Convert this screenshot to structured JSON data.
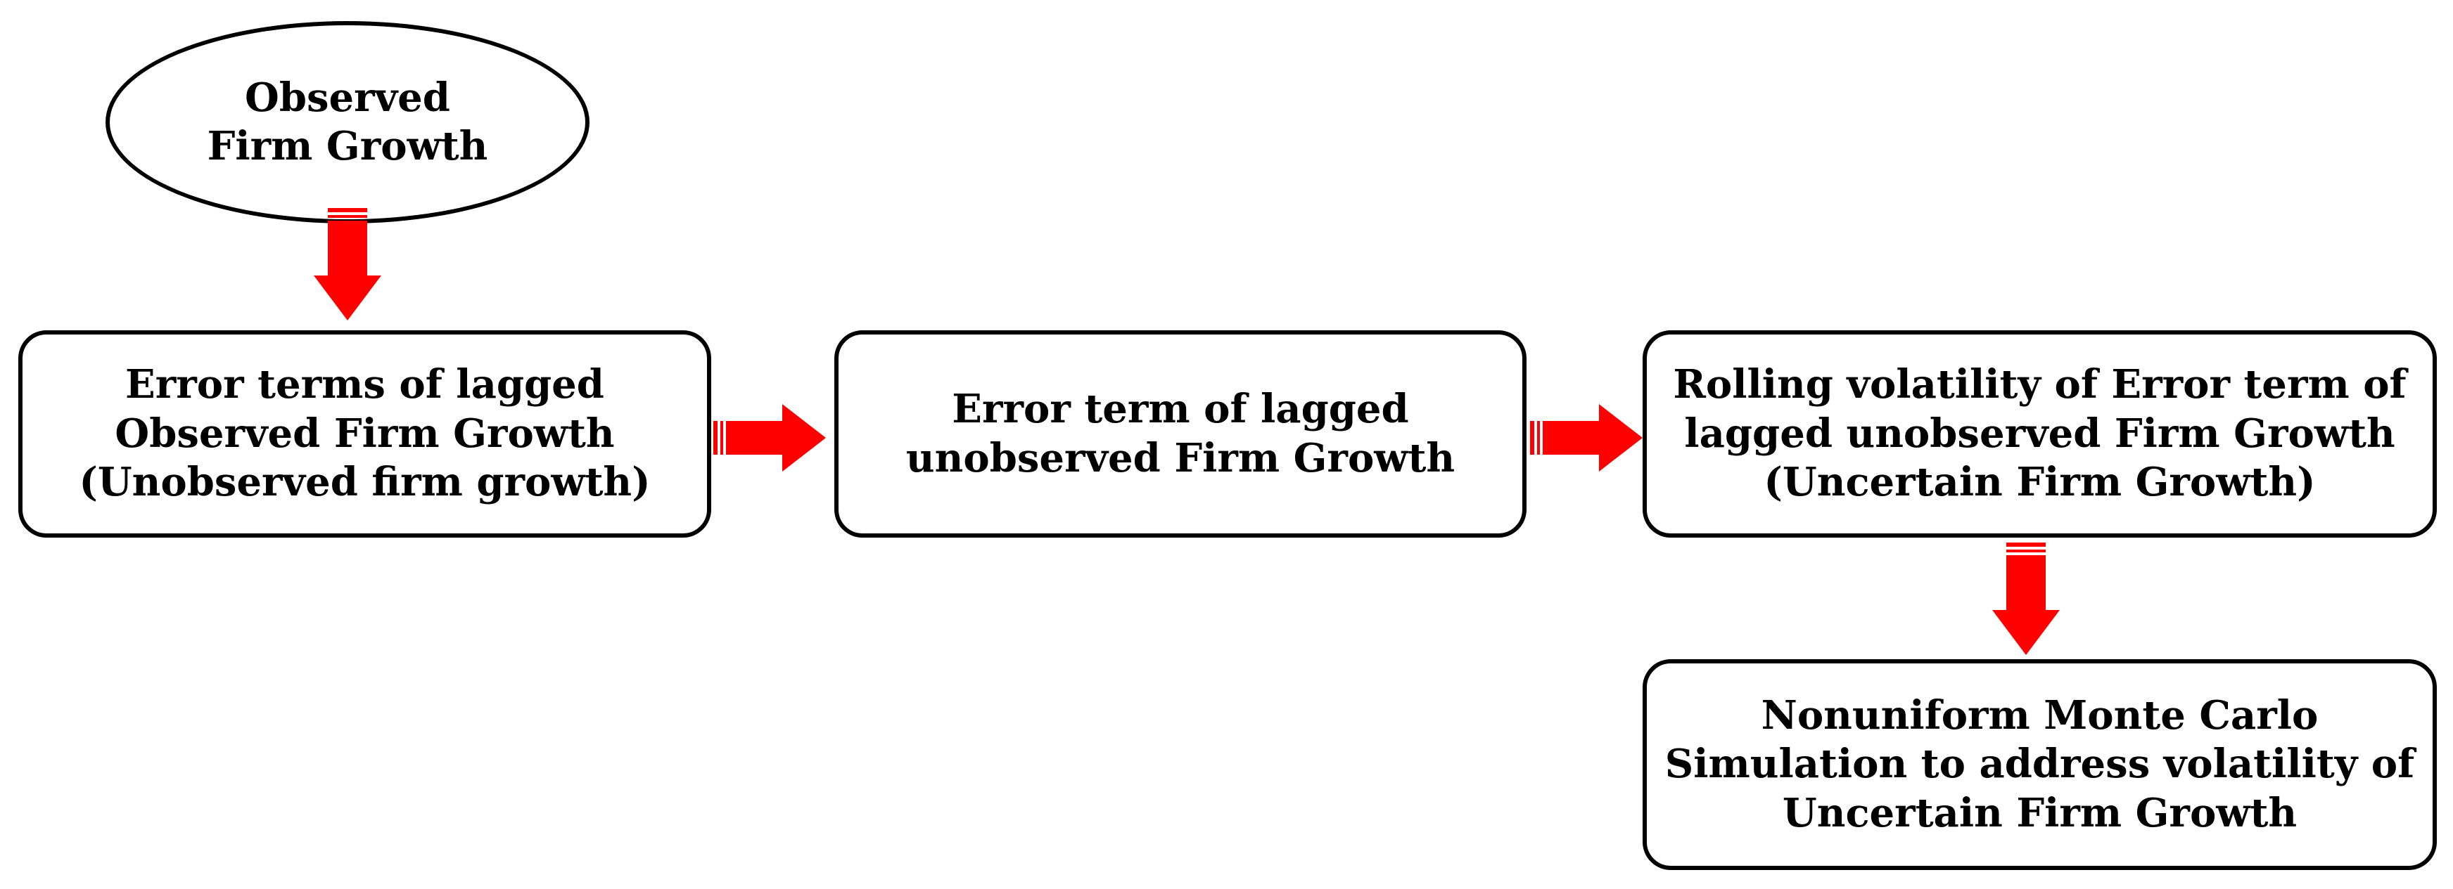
{
  "nodes": {
    "observed": {
      "text": "Observed\nFirm Growth",
      "shape": "ellipse"
    },
    "error_terms": {
      "text": "Error terms of lagged\nObserved Firm Growth\n(Unobserved firm growth)",
      "shape": "rounded-rect"
    },
    "error_term": {
      "text": "Error term of lagged\nunobserved Firm Growth",
      "shape": "rounded-rect"
    },
    "rolling": {
      "text": "Rolling volatility of Error term of\nlagged unobserved Firm Growth\n(Uncertain Firm Growth)",
      "shape": "rounded-rect"
    },
    "monte_carlo": {
      "text": "Nonuniform Monte Carlo\nSimulation to address volatility of\nUncertain Firm Growth",
      "shape": "rounded-rect"
    }
  },
  "edges": [
    {
      "from": "observed",
      "to": "error_terms",
      "direction": "down"
    },
    {
      "from": "error_terms",
      "to": "error_term",
      "direction": "right"
    },
    {
      "from": "error_term",
      "to": "rolling",
      "direction": "right"
    },
    {
      "from": "rolling",
      "to": "monte_carlo",
      "direction": "down"
    }
  ],
  "colors": {
    "arrow": "#ff0000",
    "border": "#000000",
    "text": "#000000",
    "background": "#ffffff"
  }
}
